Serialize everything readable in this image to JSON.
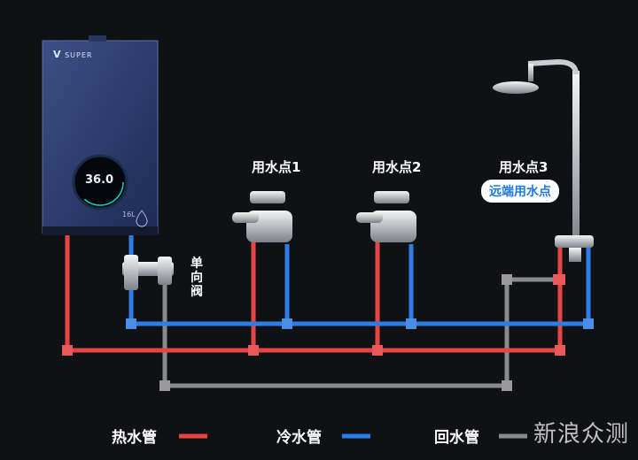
{
  "heater": {
    "brand": "SUPER",
    "display_value": "36.0",
    "badge_text": "16L"
  },
  "points": [
    {
      "label": "用水点1"
    },
    {
      "label": "用水点2"
    },
    {
      "label": "用水点3",
      "note": "远端用水点"
    }
  ],
  "valve": {
    "label": "单向阀"
  },
  "legend": [
    {
      "label": "热水管",
      "color": "#e64545"
    },
    {
      "label": "冷水管",
      "color": "#2e7de6"
    },
    {
      "label": "回水管",
      "color": "#8a8a8a"
    }
  ],
  "watermark": "新浪众测"
}
